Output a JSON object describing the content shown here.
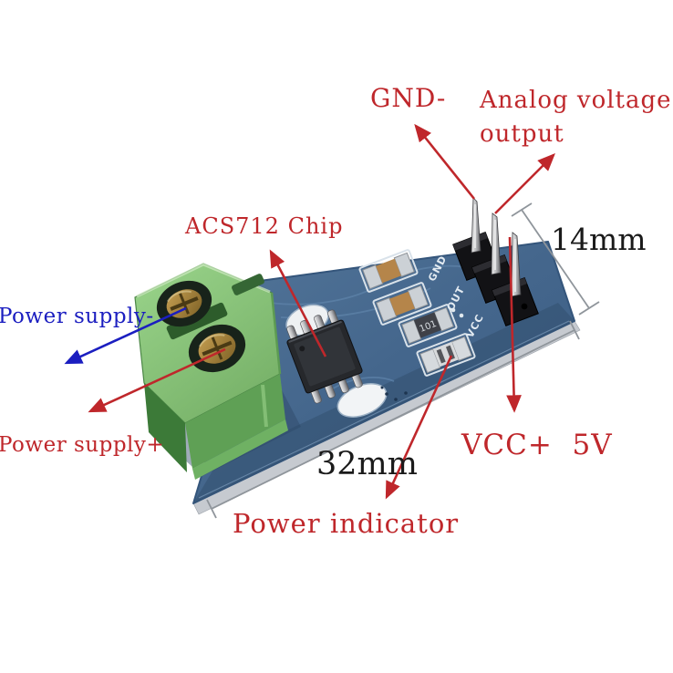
{
  "annotations": {
    "gnd": "GND-",
    "analog_output_line1": "Analog voltage",
    "analog_output_line2": "output",
    "acs712_chip": "ACS712 Chip",
    "power_supply_minus": "Power supply-",
    "power_supply_plus": "Power supply+",
    "vcc_5v": "VCC+  5V",
    "power_indicator": "Power indicator"
  },
  "dimensions": {
    "board_length": "32mm",
    "board_width": "14mm"
  },
  "board": {
    "silkscreen_pins": [
      "GND",
      "OUT",
      "VCC"
    ],
    "resistor_marking": "101"
  },
  "colors": {
    "annotation_red": "#bf272b",
    "annotation_blue": "#1b1ec0",
    "pcb_blue": "#46688e",
    "pcb_edge_silver": "#c6cad0",
    "terminal_green": "#86c378",
    "chip_black": "#26282c",
    "dimension_gray": "#8f959b",
    "dimension_text": "#1a1a1a"
  }
}
